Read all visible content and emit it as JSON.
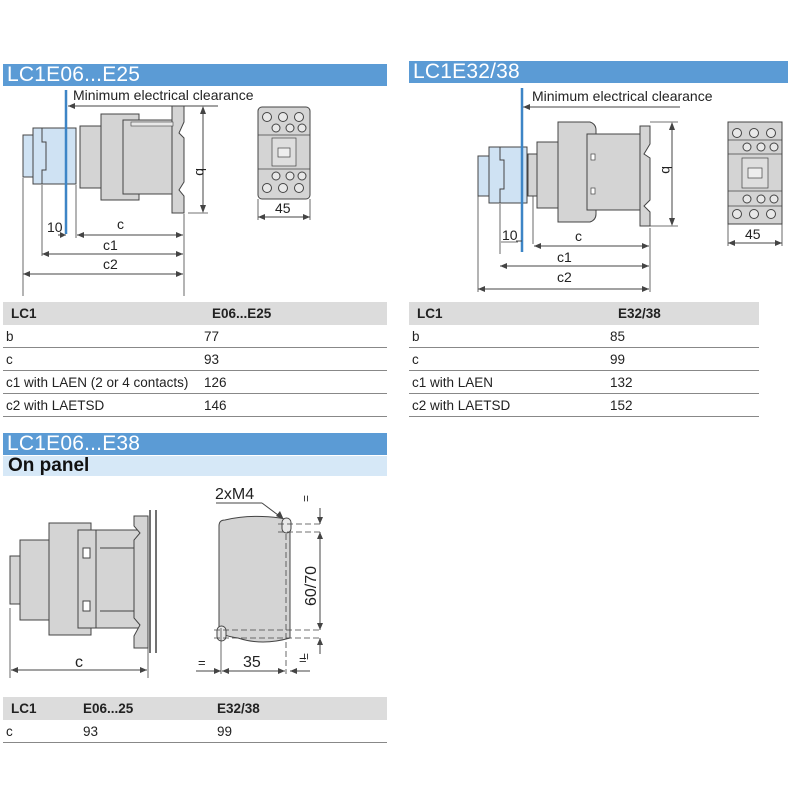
{
  "section1": {
    "title": "LC1E06...E25",
    "diagram": {
      "clearance_label": "Minimum electrical clearance",
      "dim_10": "10",
      "dim_c": "c",
      "dim_c1": "c1",
      "dim_c2": "c2",
      "dim_b": "b",
      "dim_width": "45"
    },
    "table": {
      "headers": [
        "LC1",
        "E06...E25"
      ],
      "rows": [
        {
          "label": "b",
          "value": "77"
        },
        {
          "label": "c",
          "value": "93"
        },
        {
          "label": "c1 with LAEN (2 or 4 contacts)",
          "value": "126"
        },
        {
          "label": "c2 with LAETSD",
          "value": "146"
        }
      ]
    }
  },
  "section2": {
    "title": "LC1E32/38",
    "diagram": {
      "clearance_label": "Minimum electrical clearance",
      "dim_10": "10",
      "dim_c": "c",
      "dim_c1": "c1",
      "dim_c2": "c2",
      "dim_b": "b",
      "dim_width": "45"
    },
    "table": {
      "headers": [
        "LC1",
        "E32/38"
      ],
      "rows": [
        {
          "label": "b",
          "value": "85"
        },
        {
          "label": "c",
          "value": "99"
        },
        {
          "label": "c1 with LAEN",
          "value": "132"
        },
        {
          "label": "c2 with LAETSD",
          "value": "152"
        }
      ]
    }
  },
  "section3": {
    "title": "LC1E06...E38",
    "subtitle": "On panel",
    "diagram": {
      "dim_c": "c",
      "screw_label": "2xM4",
      "dim_height": "60/70",
      "dim_width": "35",
      "equal_mark": "="
    },
    "table": {
      "headers": [
        "LC1",
        "E06...25",
        "E32/38"
      ],
      "rows": [
        {
          "label": "c",
          "values": [
            "93",
            "99"
          ]
        }
      ]
    }
  },
  "colors": {
    "banner_blue": "#5b9bd5",
    "subbanner_light_blue": "#d6e8f7",
    "part_gray": "#d4d4d4",
    "accessory_blue": "#cfe2f3",
    "clearance_line": "#3d85c6",
    "table_header_gray": "#dcdcdc"
  }
}
